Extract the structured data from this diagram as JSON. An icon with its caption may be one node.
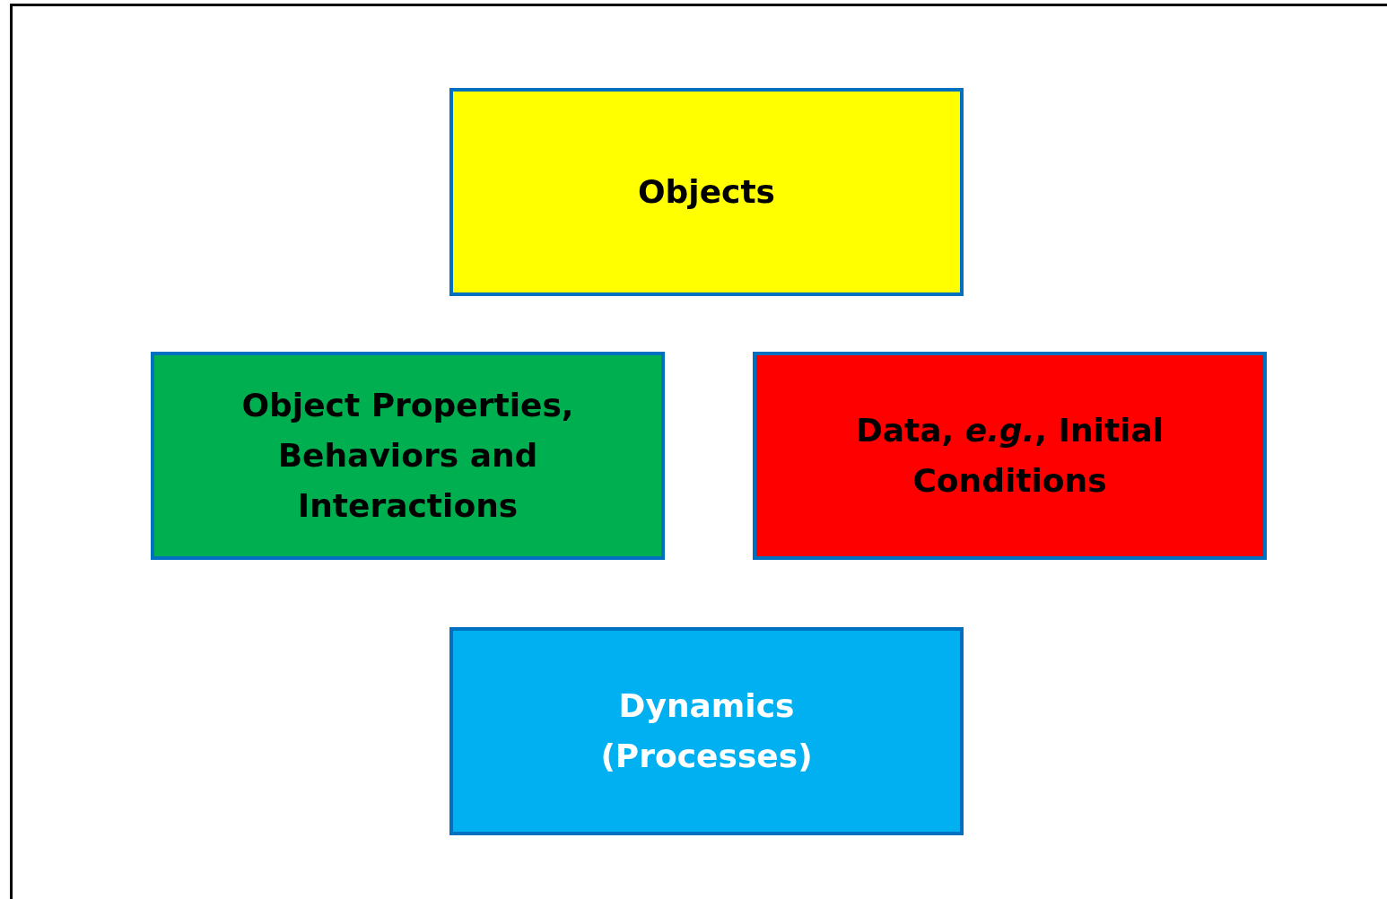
{
  "diagram": {
    "nodes": [
      {
        "text": [
          "Objects"
        ]
      },
      {
        "text": [
          "Object Properties, Behaviors and Interactions"
        ]
      },
      {
        "text": [
          "Data, *e.g.*, Initial Conditions"
        ]
      },
      {
        "text": [
          "Dynamics (Processes)"
        ]
      }
    ]
  }
}
